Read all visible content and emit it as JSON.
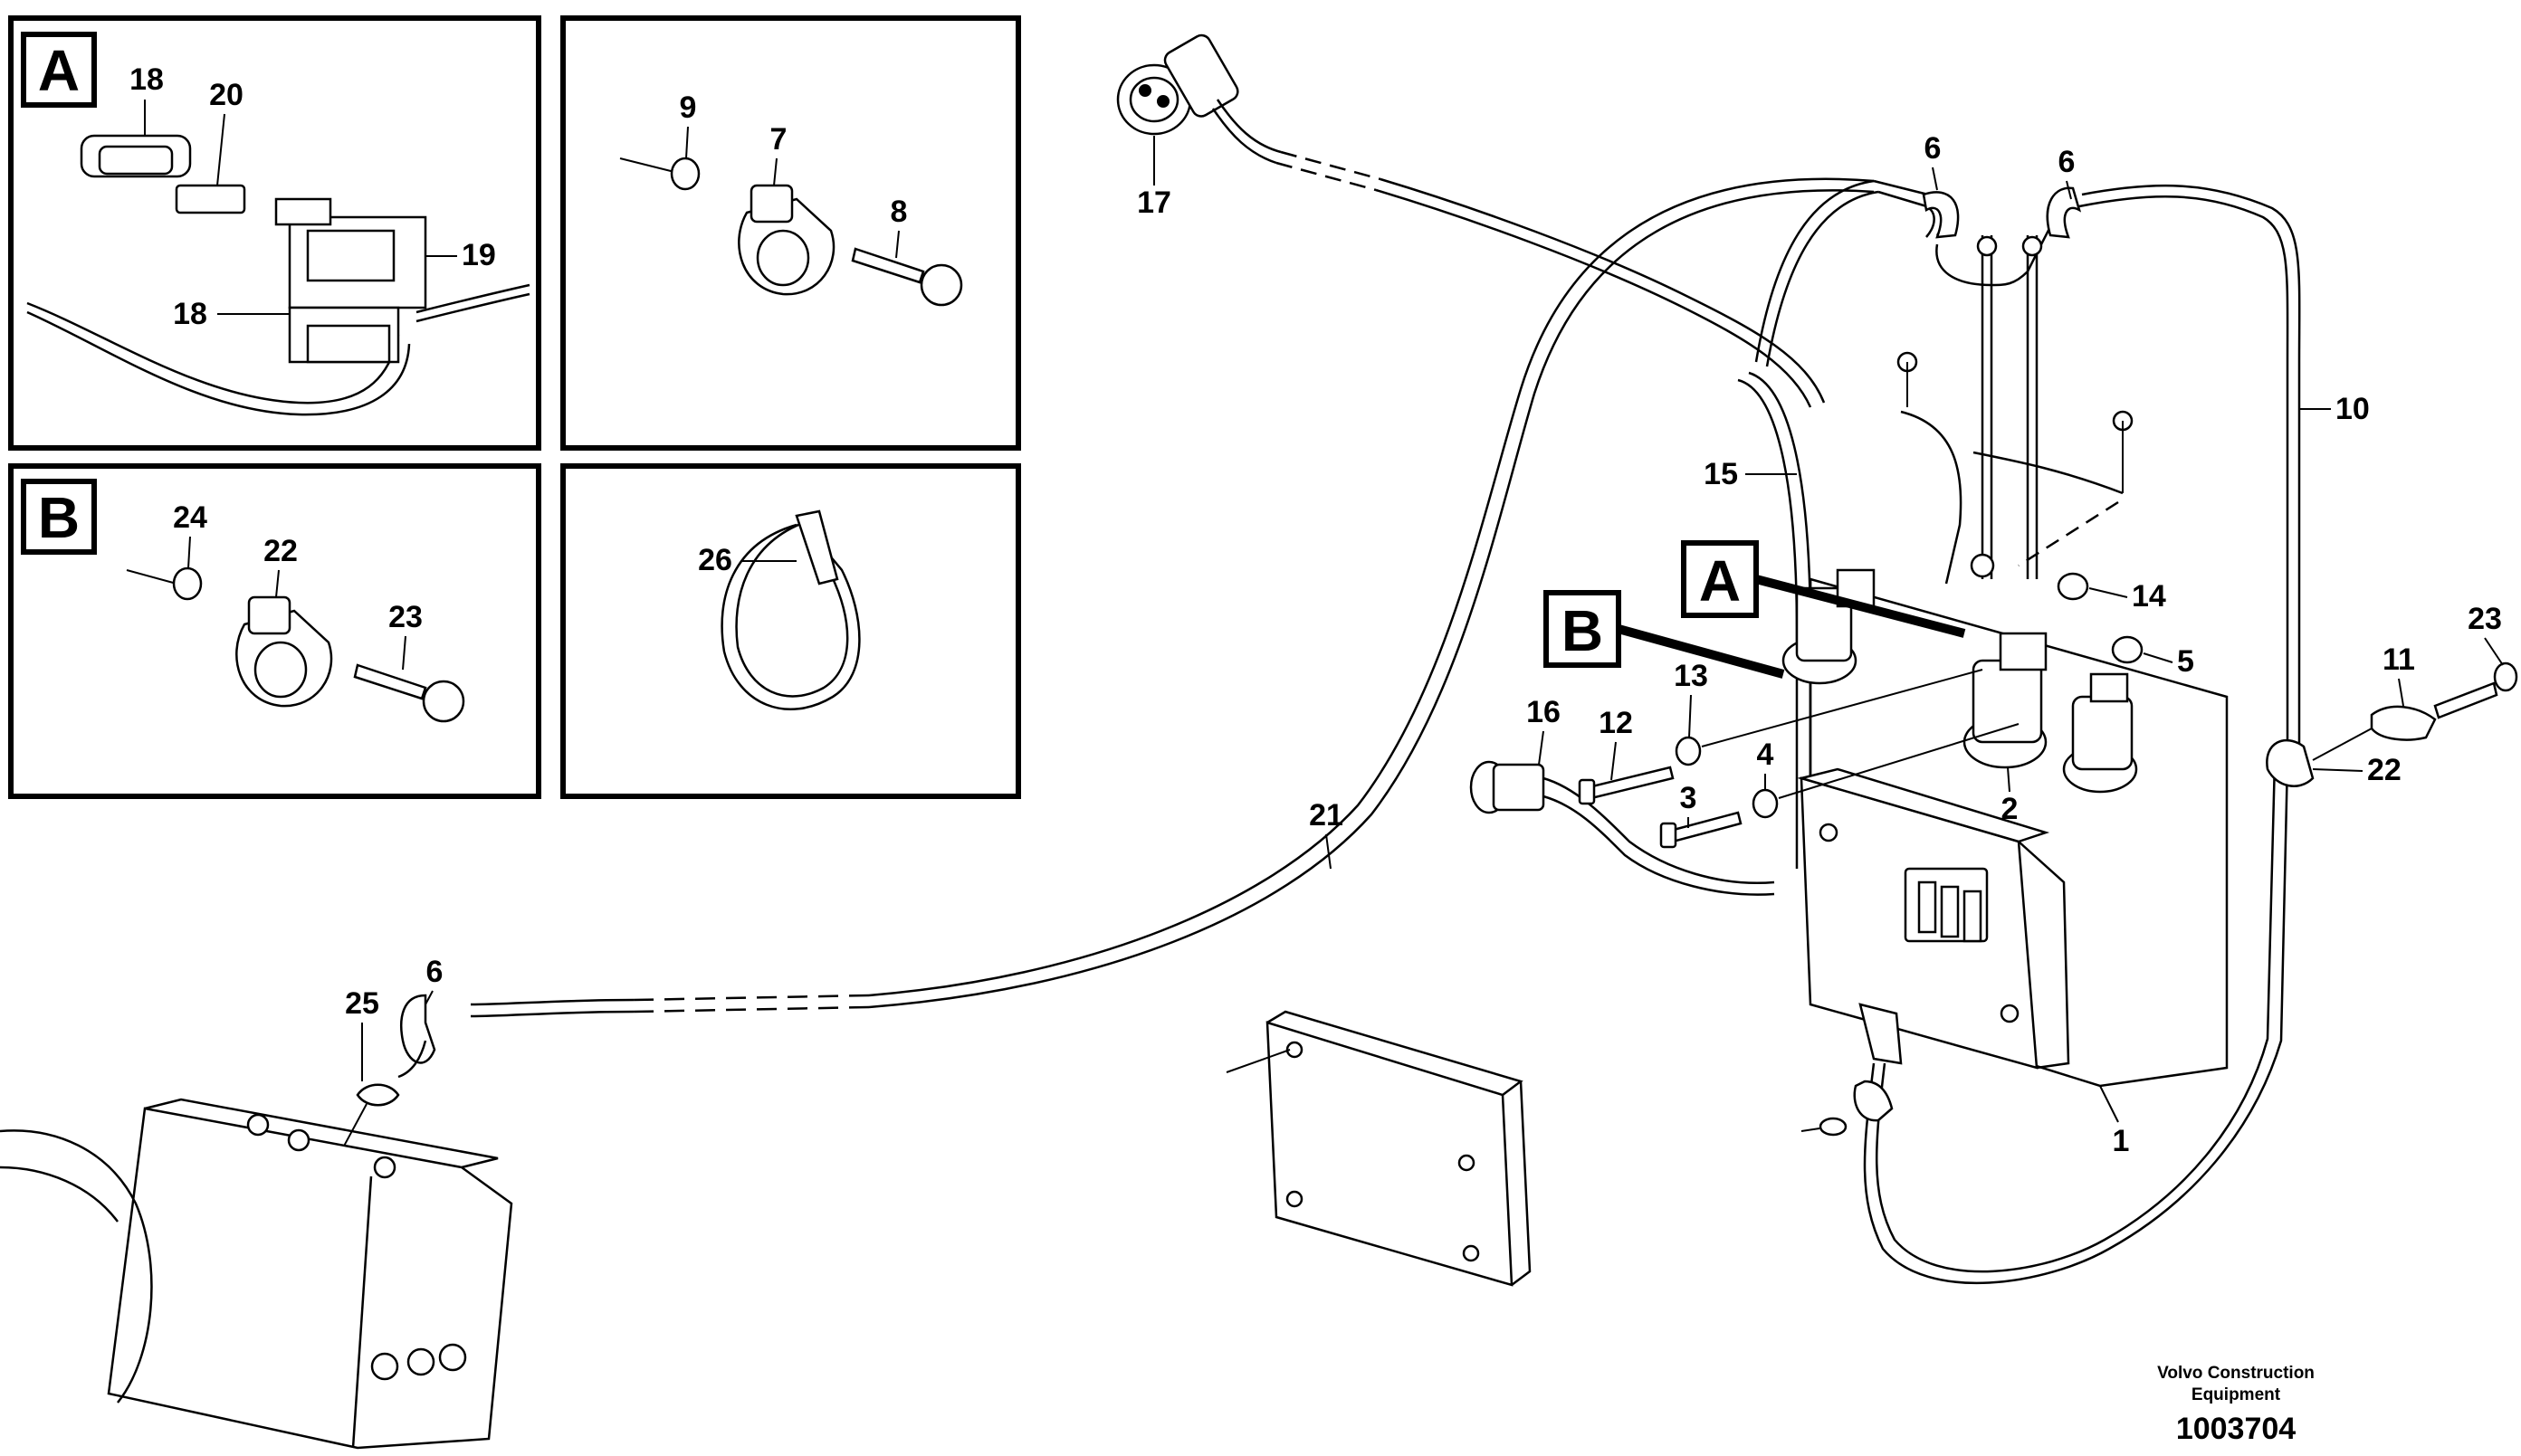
{
  "detail_boxes": {
    "A": {
      "label": "A",
      "callouts": [
        "18",
        "20",
        "19",
        "18"
      ]
    },
    "clip_top": {
      "callouts": [
        "9",
        "7",
        "8"
      ]
    },
    "B": {
      "label": "B",
      "callouts": [
        "24",
        "22",
        "23"
      ]
    },
    "tie": {
      "callouts": [
        "26"
      ]
    }
  },
  "main_callouts": {
    "c17": "17",
    "c6a": "6",
    "c6b": "6",
    "c10": "10",
    "c15": "15",
    "c14": "14",
    "c5": "5",
    "c23": "23",
    "c11": "11",
    "c22": "22",
    "c13": "13",
    "c12": "12",
    "c16": "16",
    "c4": "4",
    "c3": "3",
    "c2": "2",
    "c21": "21",
    "c1": "1",
    "c6c": "6",
    "c25": "25"
  },
  "pointer_labels": {
    "A": "A",
    "B": "B"
  },
  "footer": {
    "company_line1": "Volvo Construction",
    "company_line2": "Equipment",
    "part_number": "1003704"
  }
}
